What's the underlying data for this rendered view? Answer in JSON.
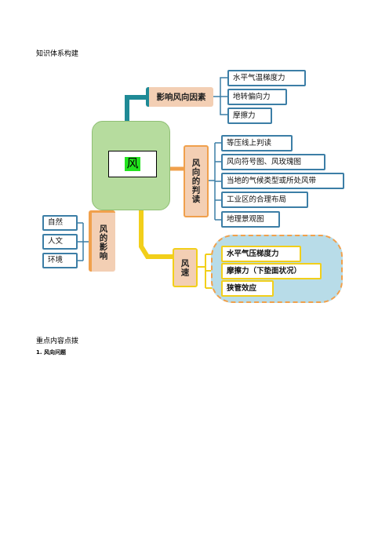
{
  "headings": {
    "knowledge_system": "知识体系构建",
    "key_points": "重点内容点拨",
    "section_1": "1. 风向问题"
  },
  "mindmap": {
    "center": "风",
    "branches": {
      "factors": {
        "label": "影响风向因素",
        "items": [
          "水平气温梯度力",
          "地转偏向力",
          "摩擦力"
        ]
      },
      "judgment": {
        "label": "风向的判读",
        "items": [
          "等压线上判读",
          "风向符号图、风玫瑰图",
          "当地的气候类型或所处风带",
          "工业区的合理布局",
          "地理景观图"
        ]
      },
      "influence": {
        "label": "风的影响",
        "items": [
          "自然",
          "人文",
          "环境"
        ]
      },
      "speed": {
        "label": "风速",
        "items": [
          "水平气压梯度力",
          "摩擦力（下垫面状况）",
          "狭管效应"
        ]
      }
    }
  },
  "colors": {
    "center_fill": "#b6dc9e",
    "node_border": "#3c7ea6",
    "branch_fill": "#f3cfb4",
    "teal_line": "#1f8a96",
    "orange_line": "#f0a04c",
    "yellow_line": "#f2cf1a",
    "highlight": "#22e31e",
    "cloud_fill": "#b8dce8"
  }
}
